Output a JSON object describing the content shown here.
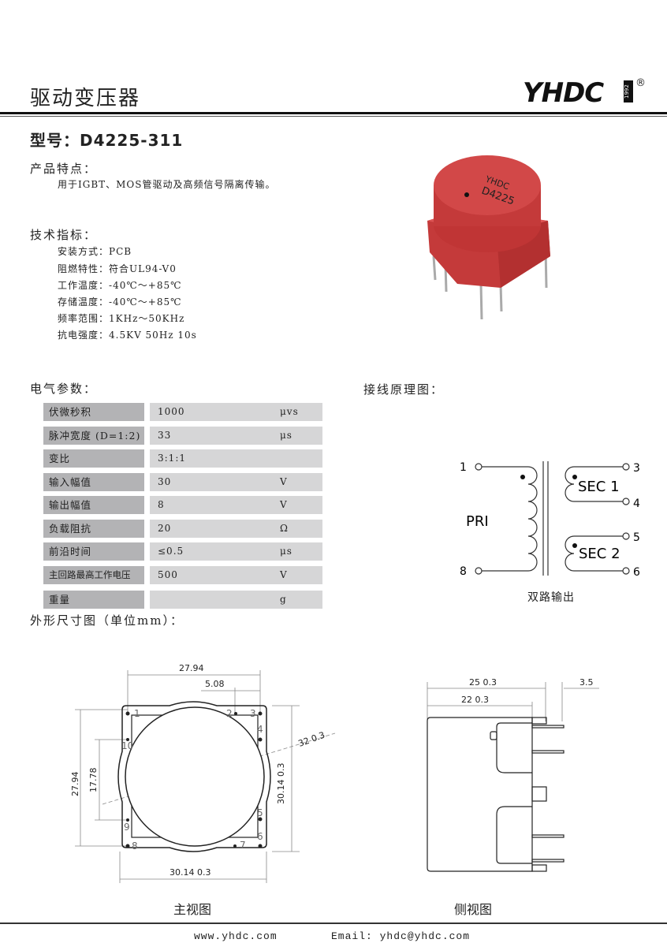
{
  "header": {
    "title": "驱动变压器",
    "logo_text": "YHDC",
    "logo_year": "1992",
    "registered_mark": "®"
  },
  "model": {
    "label": "型号：",
    "value": "D4225-311"
  },
  "features": {
    "heading": "产品特点：",
    "text": "用于IGBT、MOS管驱动及高频信号隔离传输。"
  },
  "tech_specs": {
    "heading": "技术指标：",
    "items": [
      {
        "label": "安装方式：",
        "value": "PCB"
      },
      {
        "label": "阻燃特性：",
        "value": "符合UL94-V0"
      },
      {
        "label": "工作温度：",
        "value": "-40℃～+85℃"
      },
      {
        "label": "存储温度：",
        "value": "-40℃～+85℃"
      },
      {
        "label": "频率范围：",
        "value": "1KHz～50KHz"
      },
      {
        "label": "抗电强度：",
        "value": "4.5KV 50Hz 10s"
      }
    ]
  },
  "product_photo": {
    "marking_brand": "YHDC",
    "marking_model": "D4225"
  },
  "electrical": {
    "heading": "电气参数：",
    "rows": [
      {
        "param": "伏微秒积",
        "value": "1000",
        "unit": "μvs"
      },
      {
        "param": "脉冲宽度 (D=1:2)",
        "value": "33",
        "unit": "μs"
      },
      {
        "param": "变比",
        "value": "3:1:1",
        "unit": ""
      },
      {
        "param": "输入幅值",
        "value": "30",
        "unit": "V"
      },
      {
        "param": "输出幅值",
        "value": "8",
        "unit": "V"
      },
      {
        "param": "负载阻抗",
        "value": "20",
        "unit": "Ω"
      },
      {
        "param": "前沿时间",
        "value": "≤0.5",
        "unit": "μs"
      },
      {
        "param": "主回路最高工作电压",
        "value": "500",
        "unit": "V"
      },
      {
        "param": "重量",
        "value": "",
        "unit": "g"
      }
    ]
  },
  "schematic": {
    "heading": "接线原理图：",
    "primary_label": "PRI",
    "secondary1_label": "SEC 1",
    "secondary2_label": "SEC 2",
    "pins": {
      "p1": "1",
      "p8": "8",
      "p3": "3",
      "p4": "4",
      "p5": "5",
      "p6": "6"
    },
    "caption": "双路输出"
  },
  "dimensions": {
    "heading": "外形尺寸图（单位mm）：",
    "front_view": {
      "caption": "主视图",
      "dim_top": "27.94",
      "dim_pitch": "5.08",
      "dim_diameter": "32  0.3",
      "dim_right": "30.14  0.3",
      "dim_left_outer": "27.94",
      "dim_left_inner": "17.78",
      "dim_bottom": "30.14  0.3",
      "pins": [
        "1",
        "2",
        "3",
        "4",
        "5",
        "6",
        "7",
        "8",
        "9",
        "10"
      ]
    },
    "side_view": {
      "caption": "侧视图",
      "dim_total": "25  0.3",
      "dim_body": "22  0.3",
      "dim_pin": "3.5"
    }
  },
  "footer": {
    "website": "www.yhdc.com",
    "email": "Email: yhdc@yhdc.com"
  }
}
